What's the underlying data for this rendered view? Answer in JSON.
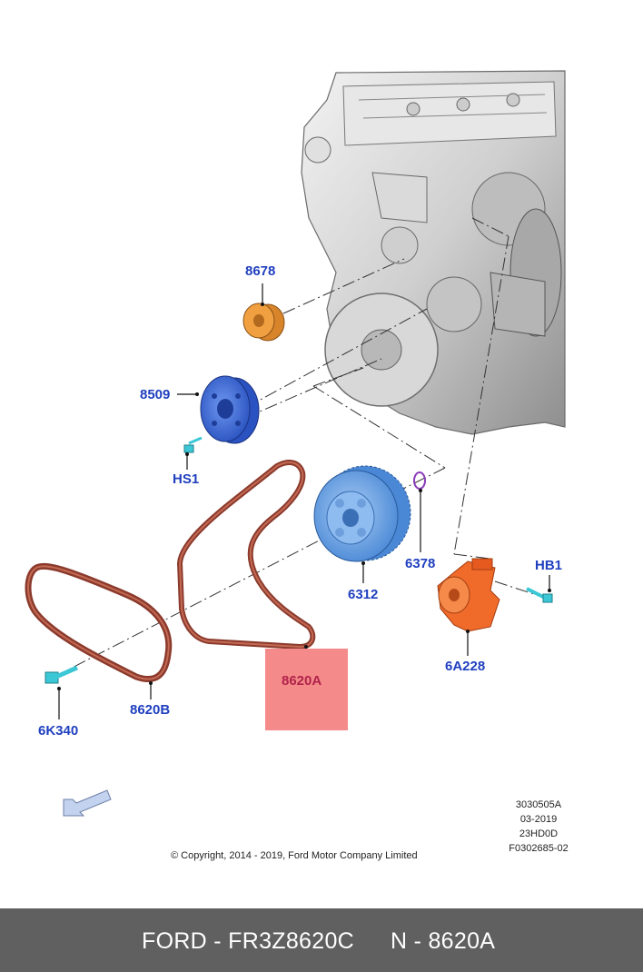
{
  "diagram": {
    "callouts": {
      "c8678": "8678",
      "c8509": "8509",
      "cHS1": "HS1",
      "c6378": "6378",
      "cHB1": "HB1",
      "c6312": "6312",
      "c6A228": "6A228",
      "c8620A": "8620A",
      "c8620B": "8620B",
      "c6K340": "6K340"
    },
    "meta_codes": [
      "3030505A",
      "03-2019",
      "23HD0D",
      "F0302685-02"
    ],
    "copyright": "© Copyright, 2014 - 2019, Ford Motor Company Limited",
    "colors": {
      "callout": "#1f3fbf",
      "highlight": "#f58a8a",
      "belt": "#8b3a2c",
      "pulley_blue": "#3b6fe0",
      "damper_blue": "#6aa6e8",
      "idler_orange": "#f0a040",
      "tensioner_orange": "#f06a2a",
      "bolt_cyan": "#3cc7d6"
    },
    "icons": [
      "direction-arrow-icon"
    ]
  },
  "footer": {
    "brand_part": "FORD - FR3Z8620C",
    "ref": "N - 8620A"
  }
}
